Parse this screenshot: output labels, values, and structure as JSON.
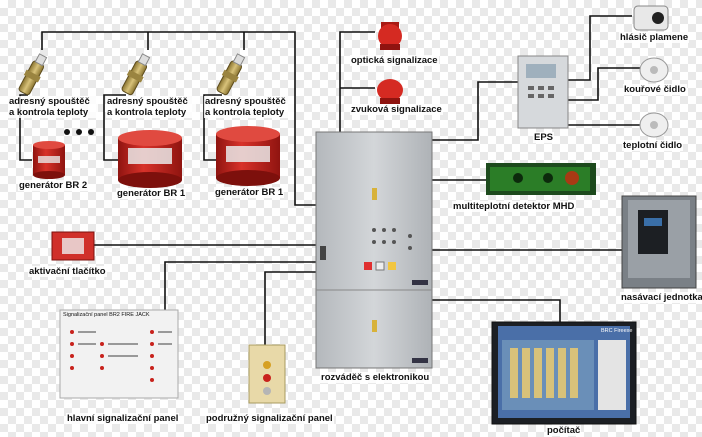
{
  "labels": {
    "trigger_1": "adresný spouštěč a kontrola teploty",
    "trigger_2": "adresný spouštěč a kontrola teploty",
    "trigger_3": "adresný spouštěč a kontrola teploty",
    "gen_br2": "generátor BR 2",
    "gen_br1_a": "generátor BR 1",
    "gen_br1_b": "generátor BR 1",
    "optical": "optická signalizace",
    "acoustic": "zvuková signalizace",
    "eps": "EPS",
    "flame": "hlásič plamene",
    "smoke": "kouřové čidlo",
    "heat": "teplotní čidlo",
    "mhd": "multiteplotní detektor MHD",
    "aspirating": "nasávací jednotka",
    "activation": "aktivační tlačítko",
    "main_panel": "hlavní signalizační panel",
    "sub_panel": "podružný signalizační panel",
    "cabinet": "rozváděč s elektronikou",
    "computer": "počítač"
  },
  "device_text": {
    "main_panel_title": "Signalizační panel BR2 FIRE JACK",
    "computer_title": "BRC Fireexe"
  },
  "colors": {
    "wire": "#111111",
    "cabinet": "#c9cccf",
    "generator_red": "#c8221c",
    "canister_brass": "#b59a4a"
  }
}
